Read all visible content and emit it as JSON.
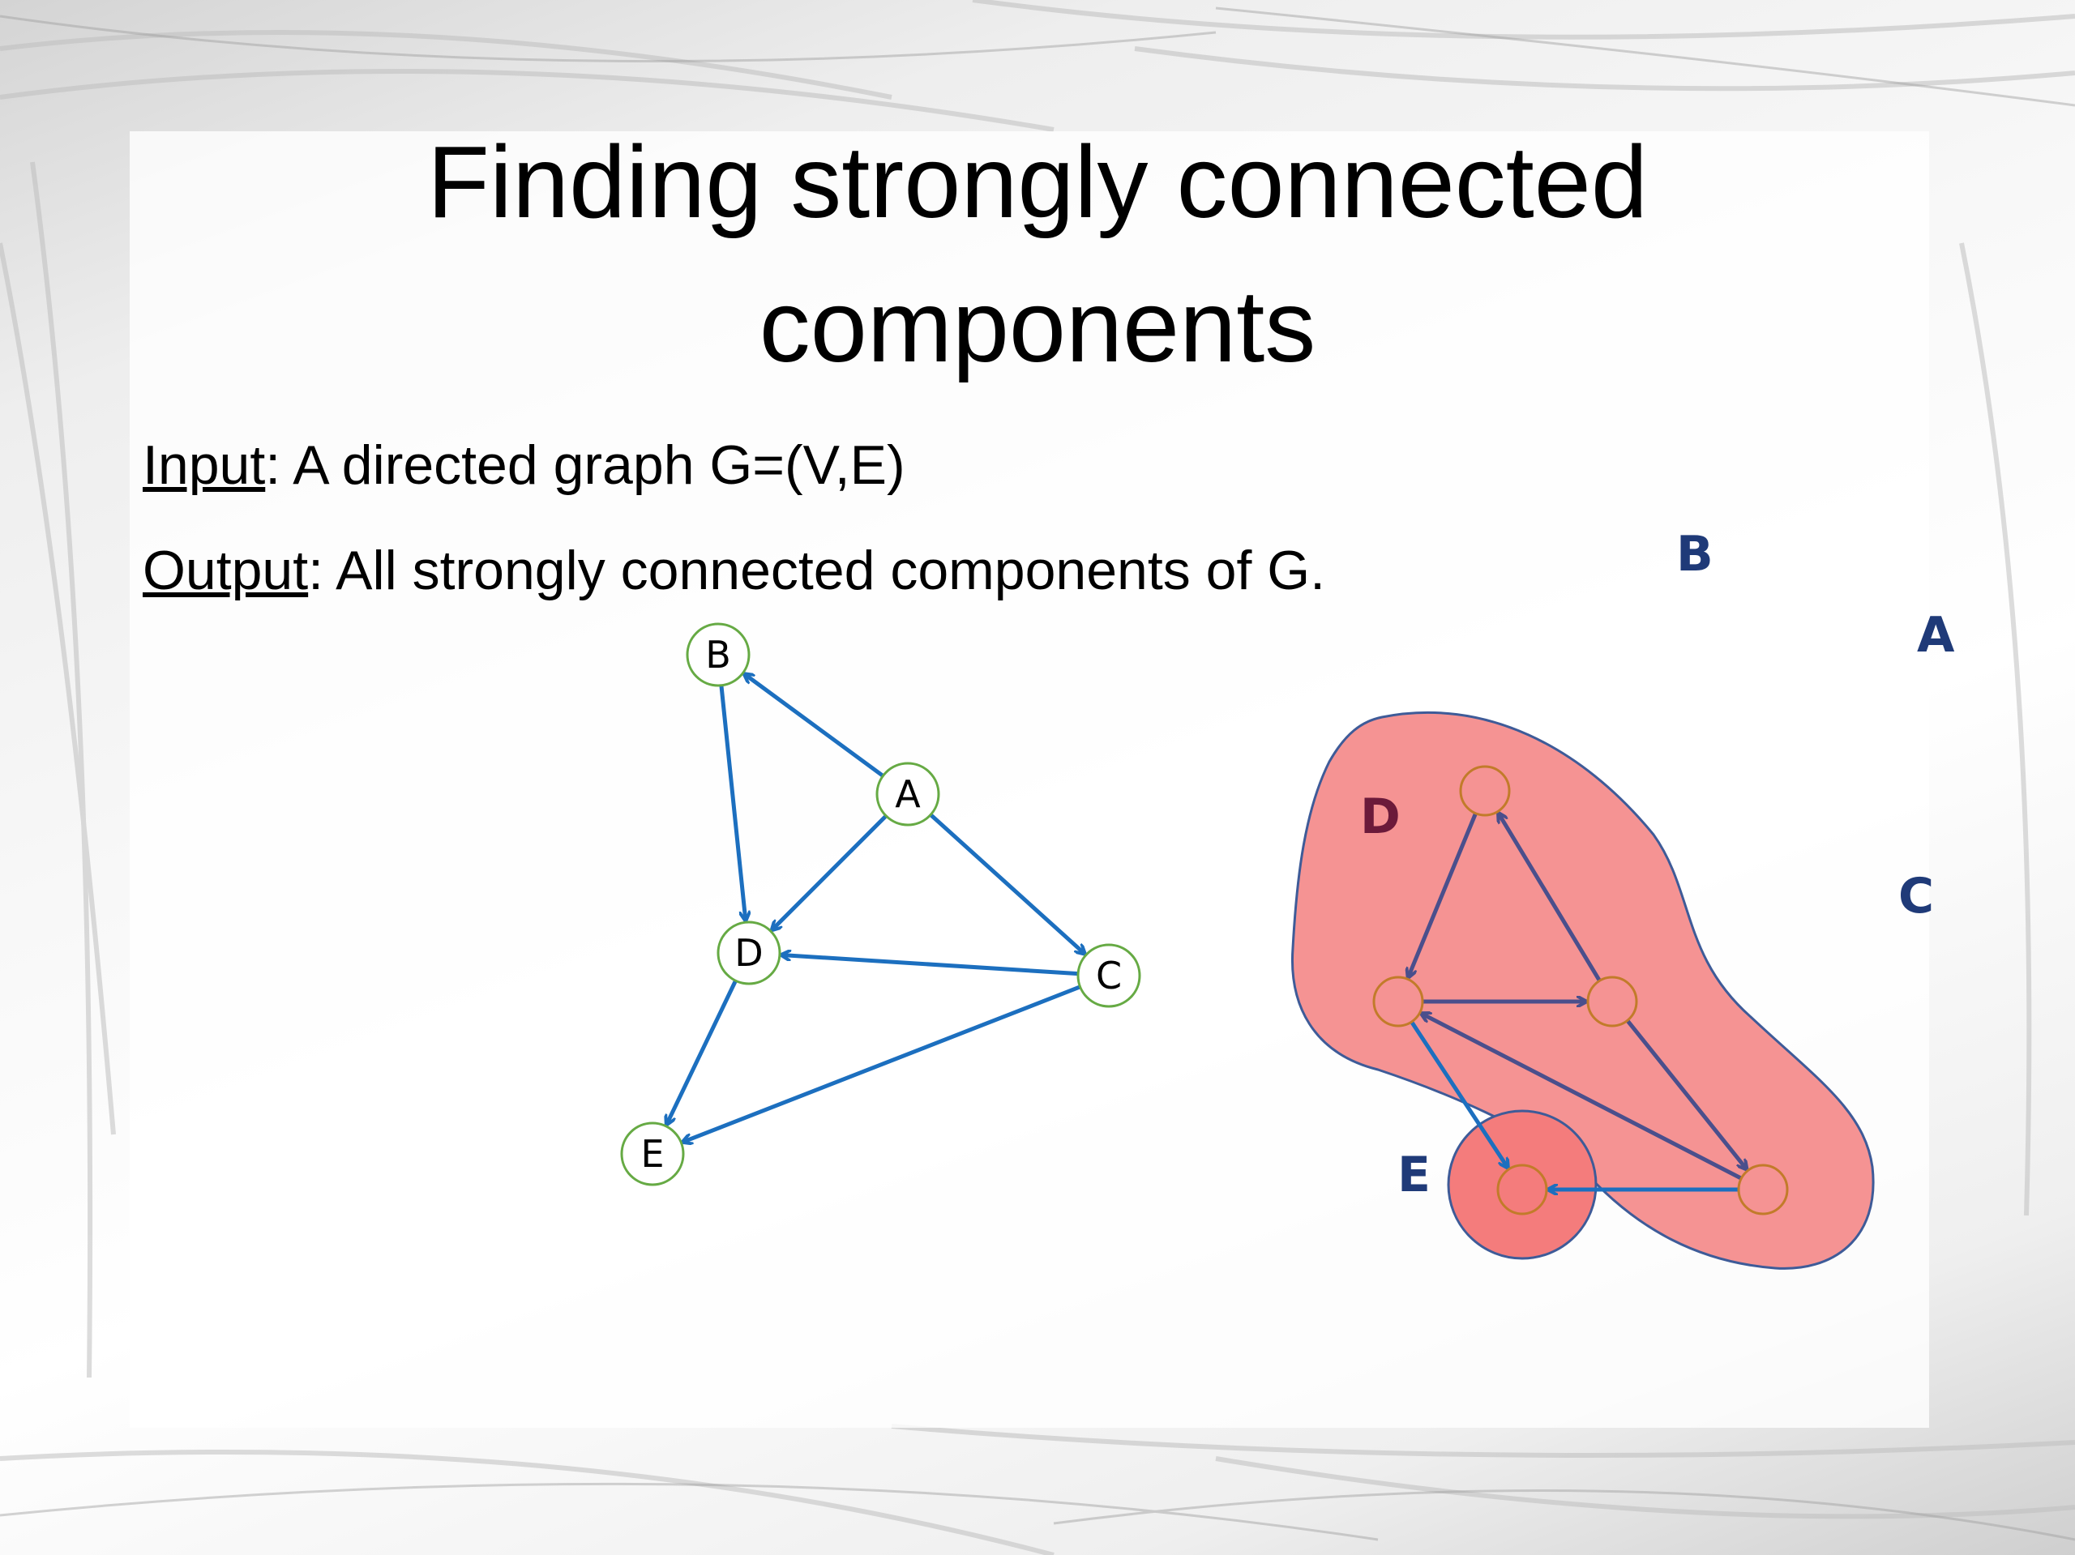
{
  "slide": {
    "title_line_1": "Finding strongly connected",
    "title_line_2": "components",
    "input_key": "Input",
    "input_text": ": A directed graph G=(V,E)",
    "output_key": "Output",
    "output_text": ": All strongly connected components of G."
  },
  "colors": {
    "edge_blue": "#1c6fbf",
    "node_green": "#66aa44",
    "component_fill": "#f59393",
    "component_border": "#3e5b98",
    "contracted_edge": "#4a4f8c",
    "contracted_node": "#c27b2a",
    "label_navy": "#1f3a78",
    "label_maroon": "#6b1a3a"
  },
  "graph": {
    "nodes": [
      {
        "id": "A",
        "label": "A"
      },
      {
        "id": "B",
        "label": "B"
      },
      {
        "id": "C",
        "label": "C"
      },
      {
        "id": "D",
        "label": "D"
      },
      {
        "id": "E",
        "label": "E"
      }
    ],
    "edges": [
      {
        "from": "A",
        "to": "B"
      },
      {
        "from": "A",
        "to": "D"
      },
      {
        "from": "A",
        "to": "C"
      },
      {
        "from": "B",
        "to": "D"
      },
      {
        "from": "C",
        "to": "D"
      },
      {
        "from": "C",
        "to": "E"
      },
      {
        "from": "D",
        "to": "E"
      }
    ]
  },
  "scc_diagram": {
    "labels": [
      "B",
      "A",
      "D",
      "C",
      "E"
    ],
    "components": [
      "D",
      "E"
    ]
  }
}
